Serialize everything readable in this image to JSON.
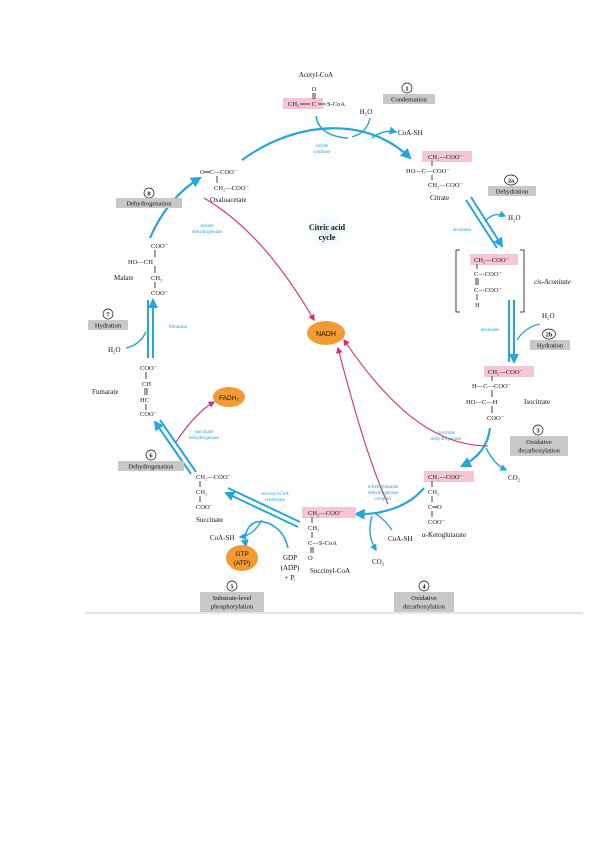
{
  "title": "Citric acid cycle",
  "title_line1": "Citric acid",
  "title_line2": "cycle",
  "colors": {
    "cycle_arrow": "#26a6df",
    "nadh_arrow": "#d42c7a",
    "highlight": "#f6c6d6",
    "cofactor": "#f39a32",
    "step_box": "#c8c8c8"
  },
  "steps": [
    {
      "number": "1",
      "label": "Condensation"
    },
    {
      "number": "2a",
      "label": "Dehydration"
    },
    {
      "number": "2b",
      "label": "Hydration"
    },
    {
      "number": "3",
      "label_line1": "Oxidative",
      "label_line2": "decarboxylation"
    },
    {
      "number": "4",
      "label_line1": "Oxidative",
      "label_line2": "decarboxylation"
    },
    {
      "number": "5",
      "label_line1": "Substrate-level",
      "label_line2": "phosphorylation"
    },
    {
      "number": "6",
      "label": "Dehydrogenation"
    },
    {
      "number": "7",
      "label": "Hydration"
    },
    {
      "number": "8",
      "label": "Dehydrogenation"
    }
  ],
  "enzymes": {
    "citrate_synthase": [
      "citrate",
      "synthase"
    ],
    "aconitase_1": "aconitase",
    "aconitase_2": "aconitase",
    "isocitrate_dh": [
      "isocitrate",
      "dehydrogenase"
    ],
    "akg_dh": [
      "α-ketoglutarate",
      "dehydrogenase",
      "complex"
    ],
    "succinyl_coa_synthetase": [
      "succinyl-CoA",
      "synthetase"
    ],
    "succinate_dh": [
      "succinate",
      "dehydrogenase"
    ],
    "fumarase": "fumarase",
    "malate_dh": [
      "malate",
      "dehydrogenase"
    ]
  },
  "metabolites": {
    "acetyl_coa": "Acetyl-CoA",
    "citrate": "Citrate",
    "cis_aconitate": "cis-Aconitate",
    "isocitrate": "Isocitrate",
    "a_ketoglutarate": "α-Ketoglutarate",
    "succinyl_coa": "Succinyl-CoA",
    "succinate": "Succinate",
    "fumarate": "Fumarate",
    "malate": "Malate",
    "oxaloacetate": "Oxaloacetate"
  },
  "side": {
    "h2o_1": "H₂O",
    "coa_sh_1": "CoA-SH",
    "h2o_2": "H₂O",
    "h2o_3": "H₂O",
    "co2_1": "CO₂",
    "coa_sh_2": "CoA-SH",
    "co2_2": "CO₂",
    "coa_sh_3": "CoA-SH",
    "gdp": "GDP",
    "adp": "(ADP)",
    "pi": "+ Pᵢ",
    "h2o_4": "H₂O"
  },
  "cofactors": {
    "nadh": "NADH",
    "fadh2": "FADH₂",
    "gtp": "GTP",
    "atp": "(ATP)"
  },
  "chem": {
    "acetyl": {
      "o": "O",
      "ch3": "CH₃",
      "c": "C",
      "scoa": "S-CoA"
    },
    "citrate": {
      "l1": "CH₂—COO⁻",
      "l2": "HO—C—COO⁻",
      "l3": "CH₂—COO⁻"
    },
    "cis_aconitate": {
      "l1": "CH₂—COO⁻",
      "l2": "C—COO⁻",
      "l3": "C—COO⁻",
      "l4": "H"
    },
    "isocitrate": {
      "l1": "CH₂—COO⁻",
      "l2": "H—C—COO⁻",
      "l3": "HO—C—H",
      "l4": "COO⁻"
    },
    "akg": {
      "l1": "CH₂—COO⁻",
      "l2": "CH₂",
      "l3": "C═O",
      "l4": "COO⁻"
    },
    "succinyl": {
      "l1": "CH₂—COO⁻",
      "l2": "CH₂",
      "l3": "C—S-CoA",
      "l4": "O"
    },
    "succinate": {
      "l1": "CH₂—COO⁻",
      "l2": "CH₂",
      "l3": "COO⁻"
    },
    "fumarate": {
      "l1": "COO⁻",
      "l2": "CH",
      "l3": "HC",
      "l4": "COO⁻"
    },
    "malate": {
      "l1": "COO⁻",
      "l2": "HO—CH",
      "l3": "CH₂",
      "l4": "COO⁻"
    },
    "oxaloacetate": {
      "l1": "O═C—COO⁻",
      "l2": "CH₂—COO⁻"
    }
  }
}
